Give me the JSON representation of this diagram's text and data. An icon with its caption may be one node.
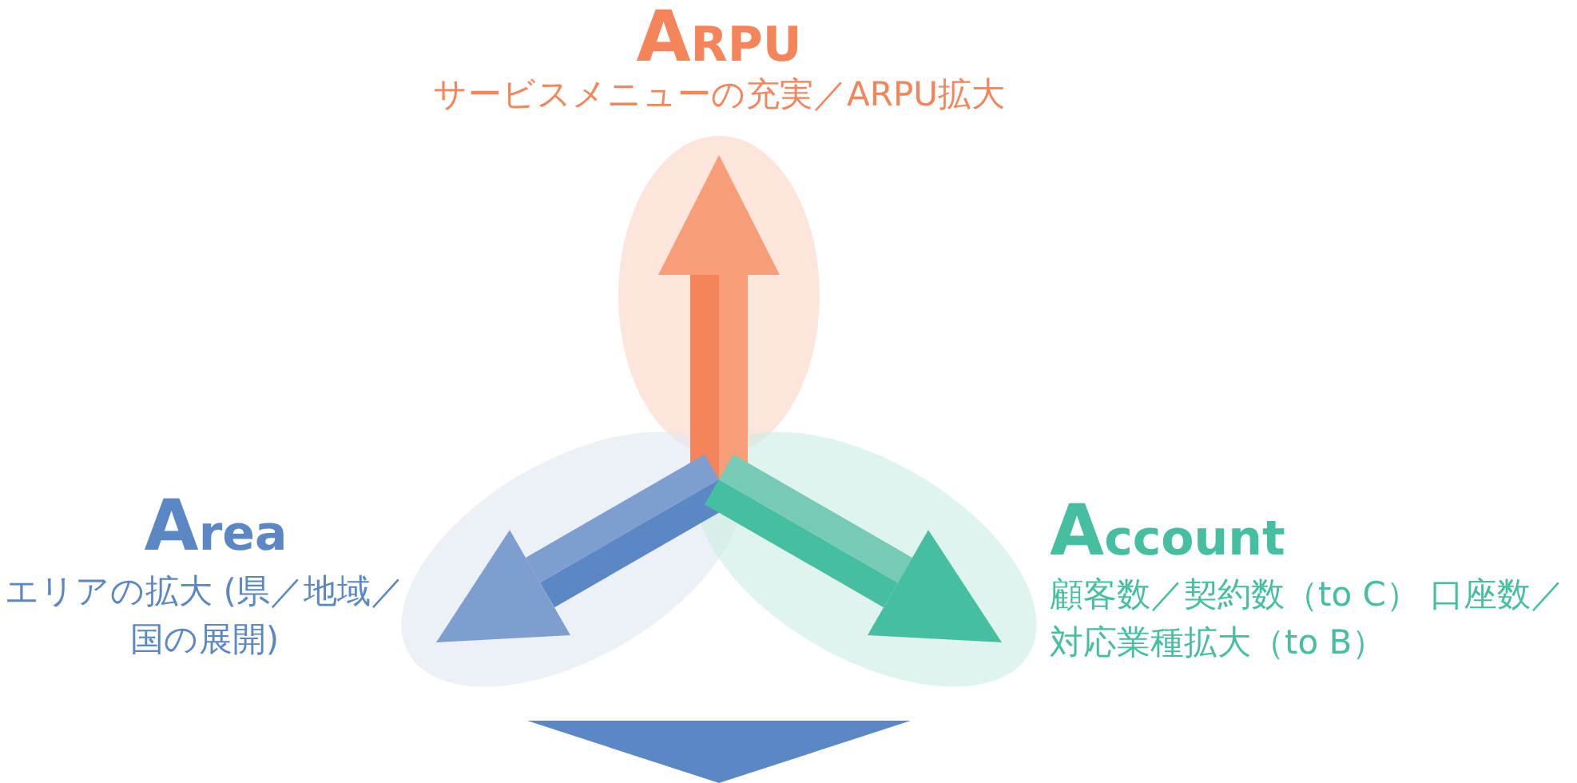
{
  "diagram": {
    "nodes": [
      {
        "text": [
          "ARPU",
          "サービスメニューの充実／ARPU拡大"
        ]
      },
      {
        "text": [
          "Area",
          "エリアの拡大 (県／地域／国の展開)"
        ]
      },
      {
        "text": [
          "Account",
          "顧客数／契約数（to C） 口座数／対応業種拡大（to B）"
        ]
      }
    ],
    "edges": []
  }
}
